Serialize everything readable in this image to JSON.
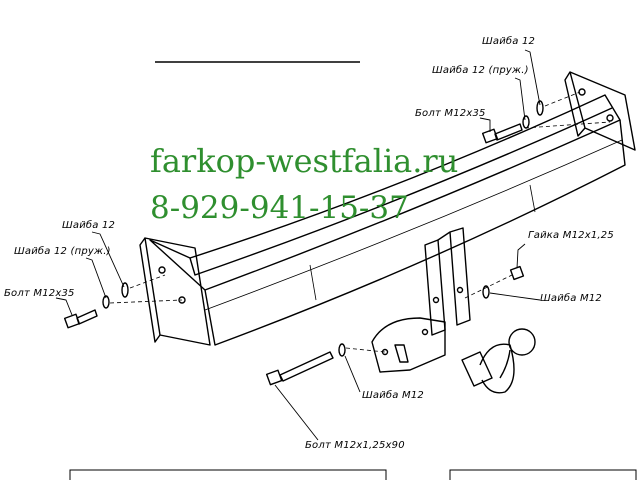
{
  "watermark": {
    "site": "farkop-westfalia.ru",
    "phone": "8-929-941-15-37",
    "color": "#2f8f2f"
  },
  "labels": {
    "washer_12_top": "Шайба 12",
    "washer_12_spring_top": "Шайба 12 (пруж.)",
    "bolt_m12x35_top": "Болт М12х35",
    "washer_12_left": "Шайба 12",
    "washer_12_spring_left": "Шайба 12 (пруж.)",
    "bolt_m12x35_left": "Болт М12х35",
    "nut_m12x125": "Гайка М12х1,25",
    "washer_m12_right": "Шайба М12",
    "washer_m12_bottom": "Шайба М12",
    "bolt_m12x125x90": "Болт М12х1,25х90"
  },
  "colors": {
    "line": "#000000",
    "background": "#ffffff"
  }
}
